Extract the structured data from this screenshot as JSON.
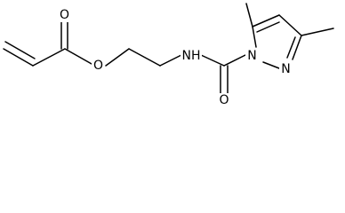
{
  "molecule": {
    "atoms": {
      "o_ether": "O",
      "o_carbonyl_ester": "O",
      "n_amide": "NH",
      "o_carbonyl_amide": "O",
      "n_pyrazole_1": "N",
      "n_pyrazole_2": "N"
    },
    "colors": {
      "bond": "#000000",
      "label": "#000000",
      "background": "#ffffff"
    }
  }
}
